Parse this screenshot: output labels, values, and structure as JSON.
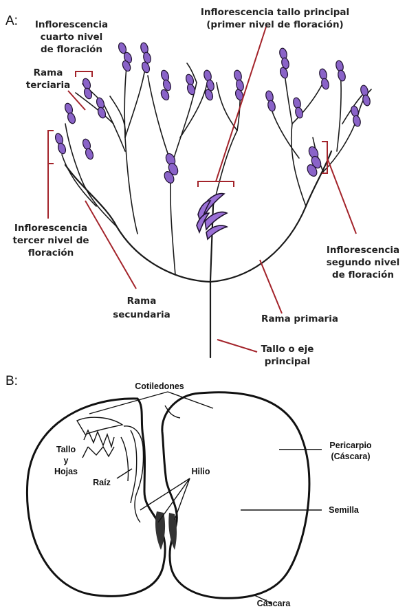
{
  "panel_a": {
    "label": "A:",
    "labels": {
      "cuarto_1": "Inflorescencia",
      "cuarto_2": "cuarto nivel",
      "cuarto_3": "de floración",
      "terciaria_1": "Rama",
      "terciaria_2": "terciaria",
      "principal_1": "Inflorescencia tallo principal",
      "principal_2": "(primer nivel de floración)",
      "tercer_1": "Inflorescencia",
      "tercer_2": "tercer nivel de",
      "tercer_3": "floración",
      "segundo_1": "Inflorescencia",
      "segundo_2": "segundo nivel",
      "segundo_3": "de floración",
      "secundaria_1": "Rama",
      "secundaria_2": "secundaria",
      "primaria": "Rama primaria",
      "tallo_1": "Tallo o eje",
      "tallo_2": "principal"
    },
    "colors": {
      "callout": "#a3232a",
      "flower": "#8a63c8",
      "stem": "#1a1a1a"
    }
  },
  "panel_b": {
    "label": "B:",
    "labels": {
      "cotiledones": "Cotiledones",
      "tallo": "Tallo",
      "y": "y",
      "hojas": "Hojas",
      "raiz": "Raíz",
      "hilio": "Hilio",
      "pericarpio_1": "Pericarpio",
      "pericarpio_2": "(Cáscara)",
      "semilla": "Semilla",
      "cascara": "Cáscara"
    }
  }
}
